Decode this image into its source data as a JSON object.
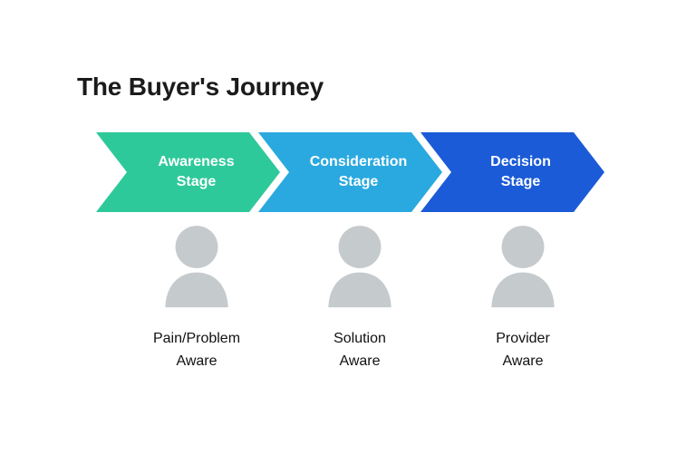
{
  "page": {
    "title": "The Buyer's Journey"
  },
  "stages": [
    {
      "arrow_label_line1": "Awareness",
      "arrow_label_line2": "Stage",
      "arrow_color": "#2ec99a",
      "caption_line1": "Pain/Problem",
      "caption_line2": "Aware",
      "icon": "person-icon"
    },
    {
      "arrow_label_line1": "Consideration",
      "arrow_label_line2": "Stage",
      "arrow_color": "#2aa9e0",
      "caption_line1": "Solution",
      "caption_line2": "Aware",
      "icon": "person-icon"
    },
    {
      "arrow_label_line1": "Decision",
      "arrow_label_line2": "Stage",
      "arrow_color": "#1b5bd7",
      "caption_line1": "Provider",
      "caption_line2": "Aware",
      "icon": "person-icon"
    }
  ],
  "colors": {
    "background": "#ffffff",
    "title_text": "#1b1b1b",
    "arrow_text": "#ffffff",
    "caption_text": "#111111",
    "person_icon": "#c5cacd"
  }
}
